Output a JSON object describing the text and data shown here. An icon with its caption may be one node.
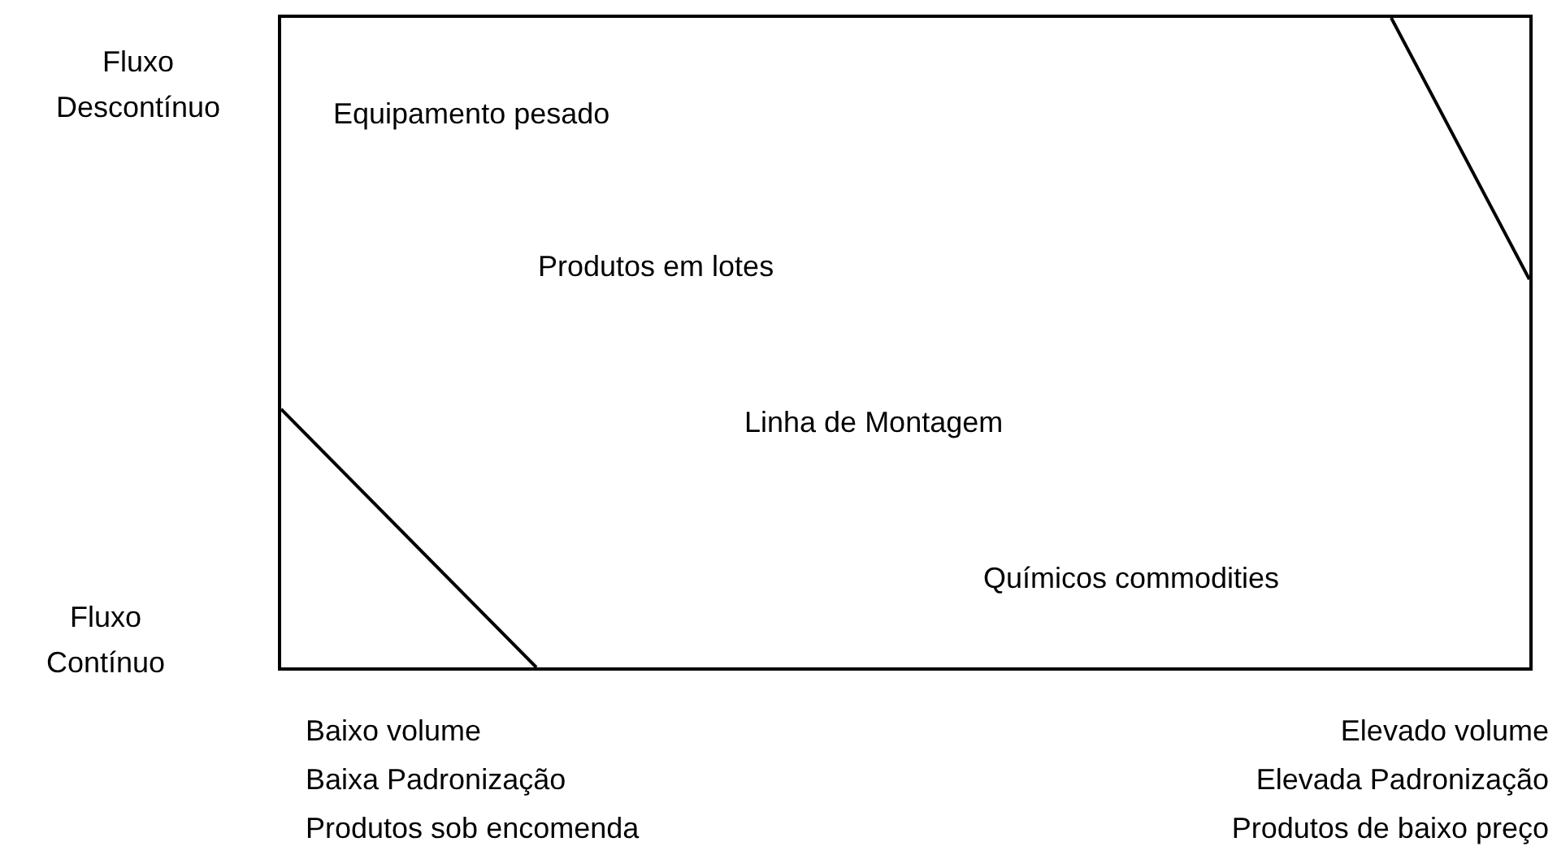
{
  "diagram": {
    "nodes": [
      {
        "text": [
          "Equipamento pesado",
          "Produtos em lotes",
          "Linha de Montagem",
          "Químicos commodities"
        ]
      }
    ],
    "labels": [
      "Fluxo Descontínuo",
      "Fluxo Contínuo",
      "Baixo volume",
      "Baixa Padronização",
      "Produtos sob encomenda",
      "Elevado volume",
      "Elevada Padronização",
      "Produtos de baixo preço"
    ]
  }
}
